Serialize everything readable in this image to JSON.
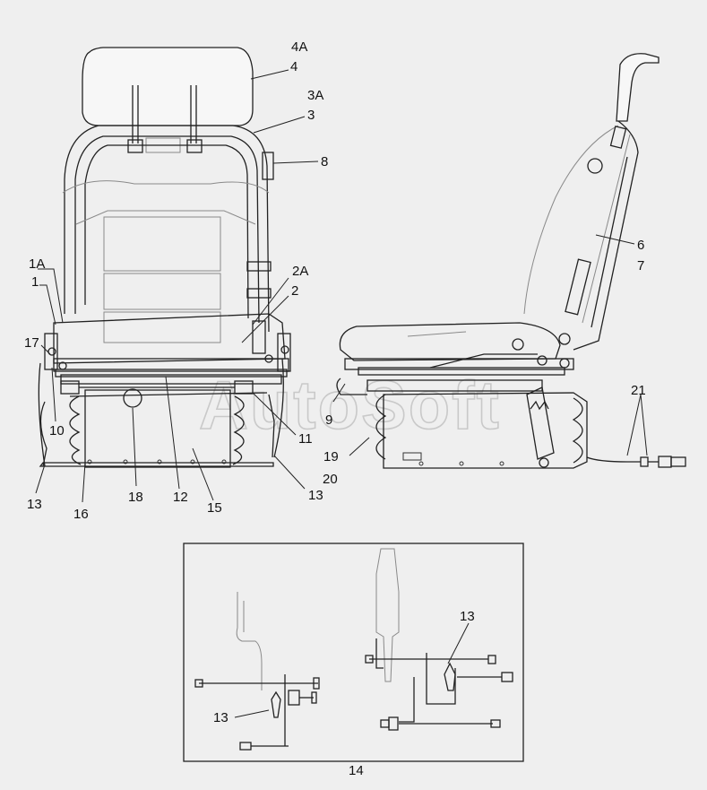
{
  "watermark": "AutoSoft",
  "callouts": {
    "c4A": "4A",
    "c4": "4",
    "c3A": "3A",
    "c3": "3",
    "c8": "8",
    "c1A": "1A",
    "c1": "1",
    "c2A": "2A",
    "c2": "2",
    "c17": "17",
    "c10": "10",
    "c11": "11",
    "c13a": "13",
    "c16": "16",
    "c18": "18",
    "c12": "12",
    "c15": "15",
    "c13b": "13",
    "c6": "6",
    "c7": "7",
    "c9": "9",
    "c19": "19",
    "c20": "20",
    "c21": "21",
    "c13c": "13",
    "c13d": "13",
    "c14": "14"
  }
}
